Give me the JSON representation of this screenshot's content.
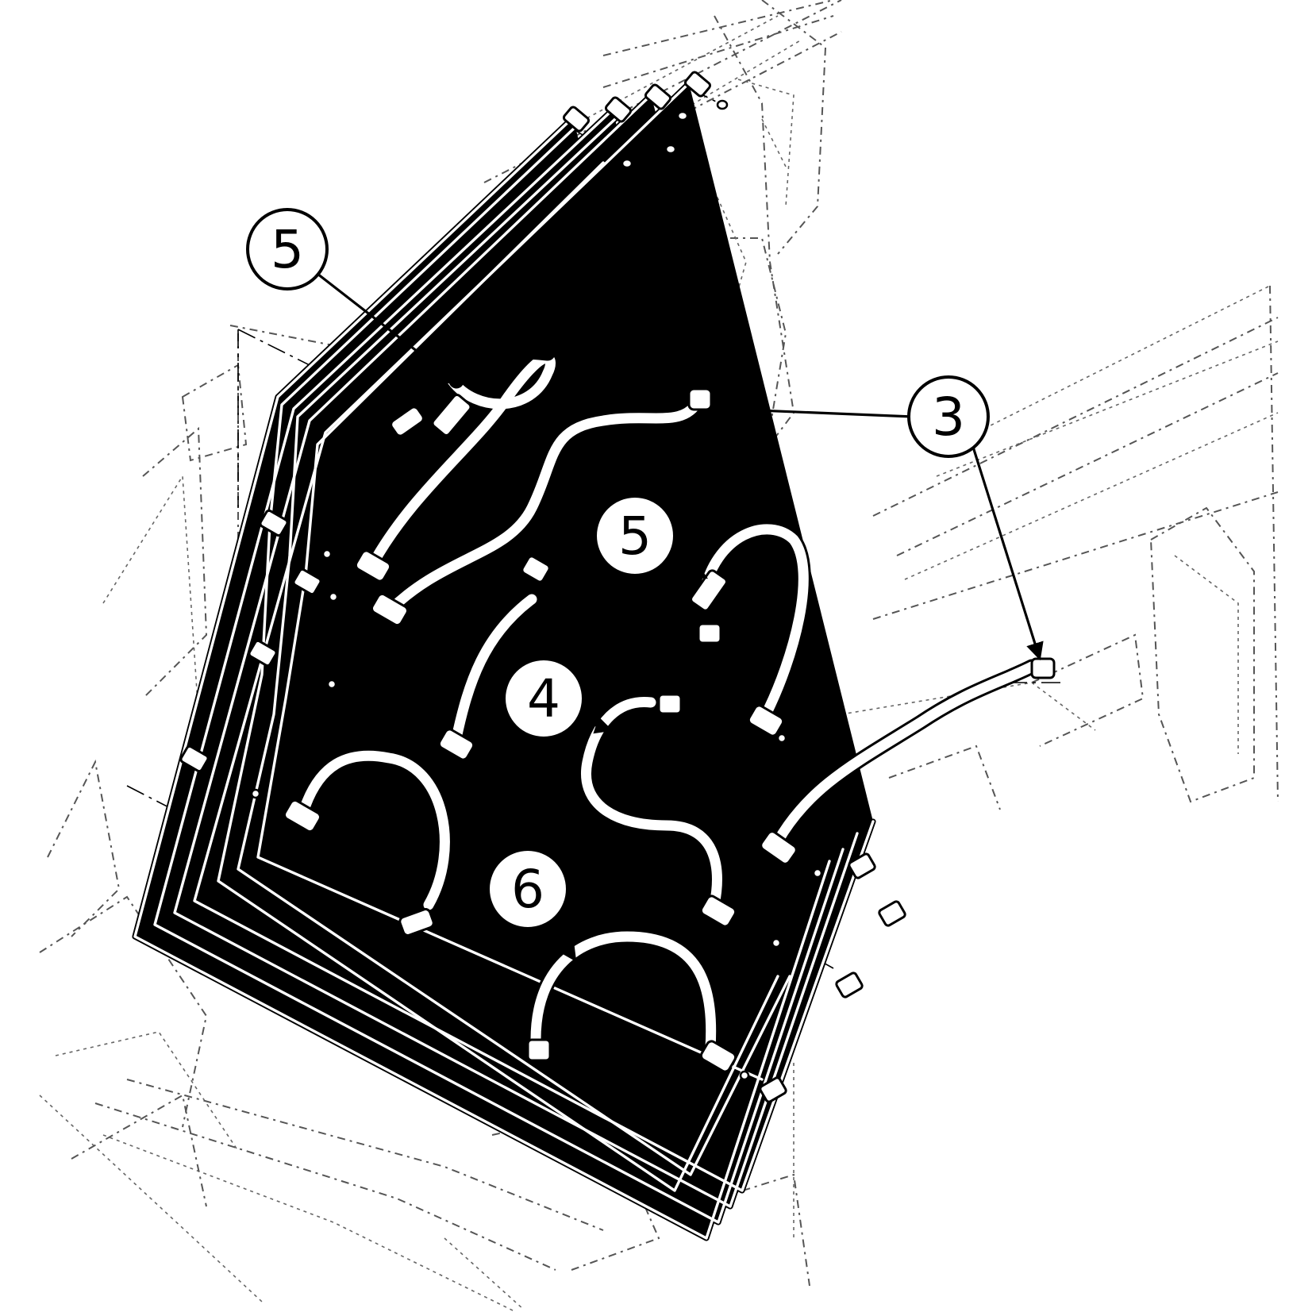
{
  "diagram": {
    "callouts": [
      {
        "id": "c5a",
        "label": "5"
      },
      {
        "id": "c3",
        "label": "3"
      },
      {
        "id": "c5b",
        "label": "5"
      },
      {
        "id": "c4",
        "label": "4"
      },
      {
        "id": "c6",
        "label": "6"
      }
    ],
    "colors": {
      "ink": "#000000",
      "ghost": "#555555",
      "background": "#ffffff"
    }
  }
}
